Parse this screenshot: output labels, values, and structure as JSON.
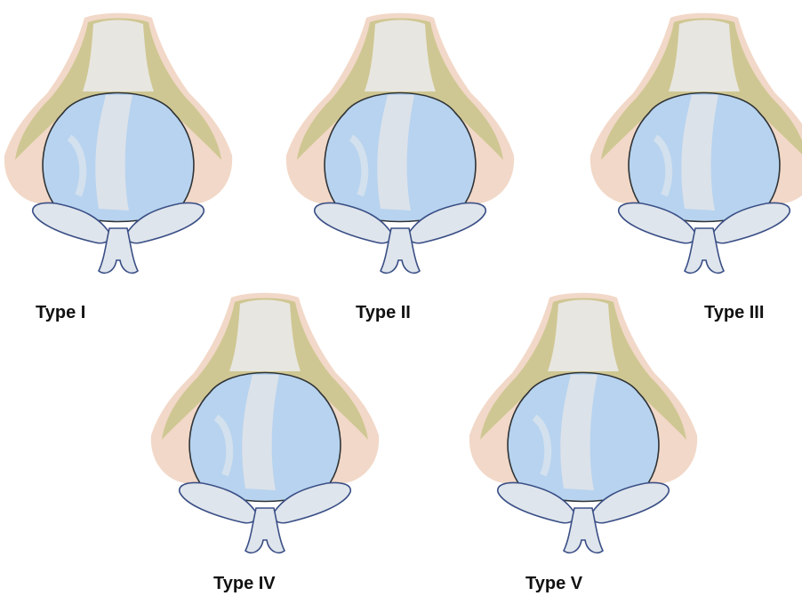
{
  "figure": {
    "types": [
      {
        "label": "Type I"
      },
      {
        "label": "Type II"
      },
      {
        "label": "Type III"
      },
      {
        "label": "Type IV"
      },
      {
        "label": "Type V"
      }
    ]
  },
  "colors": {
    "skin": "#eecbb5",
    "bone": "#c9c48a",
    "cartilage": "#b7d3ef",
    "cartilage_light": "#dde3e9",
    "outline": "#2f3336"
  }
}
